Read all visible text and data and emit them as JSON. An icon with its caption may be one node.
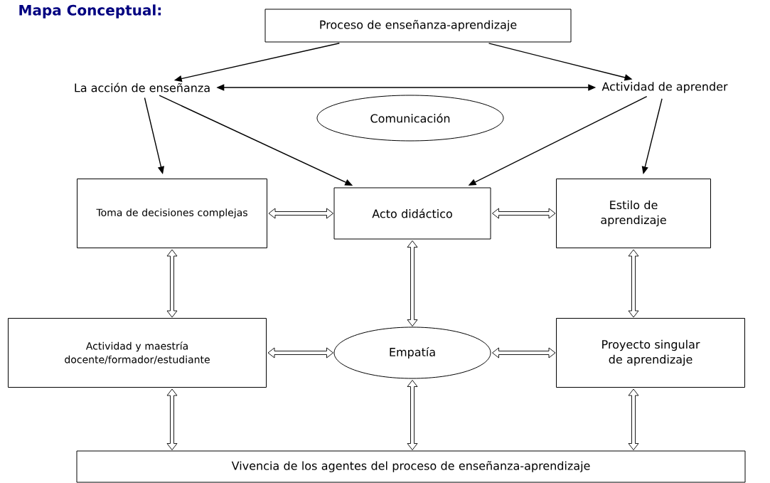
{
  "diagram": {
    "title": "Mapa Conceptual:",
    "nodes": [
      {
        "text": [
          "Proceso de enseñanza-aprendizaje"
        ]
      },
      {
        "text": [
          "La acción de enseñanza"
        ]
      },
      {
        "text": [
          "Actividad de aprender"
        ]
      },
      {
        "text": [
          "Comunicación"
        ]
      },
      {
        "text": [
          "Toma de decisiones complejas"
        ]
      },
      {
        "text": [
          "Acto didáctico"
        ]
      },
      {
        "text": [
          "Estilo de aprendizaje"
        ]
      },
      {
        "text": [
          "Actividad y maestría docente/formador/estudiante"
        ]
      },
      {
        "text": [
          "Empatía"
        ]
      },
      {
        "text": [
          "Proyecto singular de aprendizaje"
        ]
      },
      {
        "text": [
          "Vivencia de los agentes del proceso de enseñanza-aprendizaje"
        ]
      }
    ],
    "edges": [
      {
        "from": 0,
        "to": 1,
        "arrow": "to"
      },
      {
        "from": 0,
        "to": 2,
        "arrow": "to"
      },
      {
        "from": 1,
        "to": 2,
        "arrow": "both"
      },
      {
        "from": 1,
        "to": 4,
        "arrow": "to"
      },
      {
        "from": 1,
        "to": 5,
        "arrow": "to"
      },
      {
        "from": 2,
        "to": 5,
        "arrow": "to"
      },
      {
        "from": 2,
        "to": 6,
        "arrow": "to"
      },
      {
        "from": 4,
        "to": 5,
        "arrow": "both"
      },
      {
        "from": 5,
        "to": 6,
        "arrow": "both"
      },
      {
        "from": 4,
        "to": 7,
        "arrow": "both"
      },
      {
        "from": 5,
        "to": 8,
        "arrow": "both"
      },
      {
        "from": 6,
        "to": 9,
        "arrow": "both"
      },
      {
        "from": 7,
        "to": 8,
        "arrow": "both"
      },
      {
        "from": 8,
        "to": 9,
        "arrow": "both"
      },
      {
        "from": 7,
        "to": 10,
        "arrow": "both"
      },
      {
        "from": 8,
        "to": 10,
        "arrow": "both"
      },
      {
        "from": 9,
        "to": 10,
        "arrow": "both"
      }
    ]
  }
}
